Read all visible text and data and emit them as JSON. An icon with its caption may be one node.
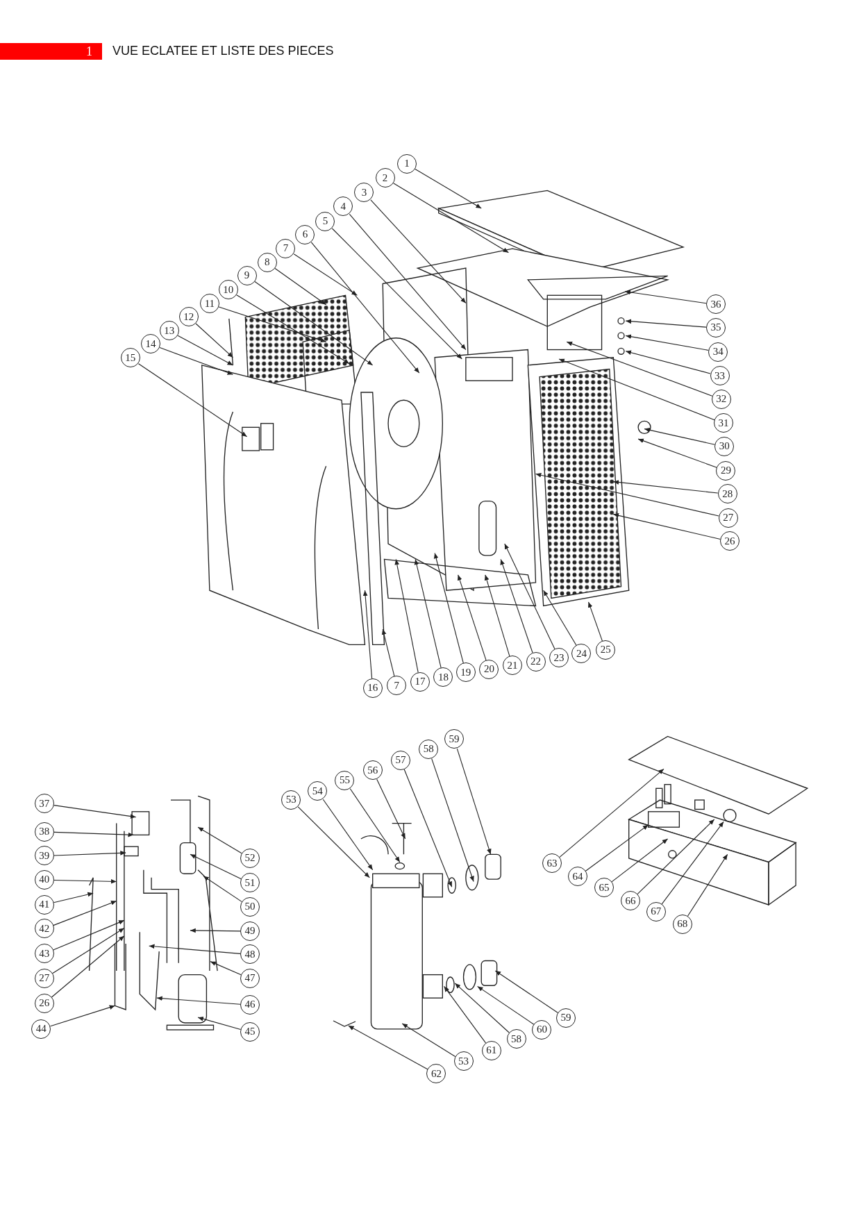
{
  "diagram": {
    "title": "VUE ECLATEE ET LISTE DES PIECES",
    "nodes": [
      {
        "text": [
          "1"
        ]
      },
      {
        "text": [
          "2"
        ]
      },
      {
        "text": [
          "3"
        ]
      },
      {
        "text": [
          "4"
        ]
      },
      {
        "text": [
          "5"
        ]
      },
      {
        "text": [
          "6"
        ]
      },
      {
        "text": [
          "7"
        ]
      },
      {
        "text": [
          "8"
        ]
      },
      {
        "text": [
          "9"
        ]
      },
      {
        "text": [
          "10"
        ]
      },
      {
        "text": [
          "11"
        ]
      },
      {
        "text": [
          "12"
        ]
      },
      {
        "text": [
          "13"
        ]
      },
      {
        "text": [
          "14"
        ]
      },
      {
        "text": [
          "15"
        ]
      },
      {
        "text": [
          "36"
        ]
      },
      {
        "text": [
          "35"
        ]
      },
      {
        "text": [
          "34"
        ]
      },
      {
        "text": [
          "33"
        ]
      },
      {
        "text": [
          "32"
        ]
      },
      {
        "text": [
          "31"
        ]
      },
      {
        "text": [
          "30"
        ]
      },
      {
        "text": [
          "29"
        ]
      },
      {
        "text": [
          "28"
        ]
      },
      {
        "text": [
          "27"
        ]
      },
      {
        "text": [
          "26"
        ]
      },
      {
        "text": [
          "16"
        ]
      },
      {
        "text": [
          "7"
        ]
      },
      {
        "text": [
          "17"
        ]
      },
      {
        "text": [
          "18"
        ]
      },
      {
        "text": [
          "19"
        ]
      },
      {
        "text": [
          "20"
        ]
      },
      {
        "text": [
          "21"
        ]
      },
      {
        "text": [
          "22"
        ]
      },
      {
        "text": [
          "23"
        ]
      },
      {
        "text": [
          "24"
        ]
      },
      {
        "text": [
          "25"
        ]
      },
      {
        "text": [
          "59"
        ]
      },
      {
        "text": [
          "58"
        ]
      },
      {
        "text": [
          "57"
        ]
      },
      {
        "text": [
          "56"
        ]
      },
      {
        "text": [
          "55"
        ]
      },
      {
        "text": [
          "54"
        ]
      },
      {
        "text": [
          "53"
        ]
      },
      {
        "text": [
          "37"
        ]
      },
      {
        "text": [
          "38"
        ]
      },
      {
        "text": [
          "39"
        ]
      },
      {
        "text": [
          "40"
        ]
      },
      {
        "text": [
          "41"
        ]
      },
      {
        "text": [
          "42"
        ]
      },
      {
        "text": [
          "43"
        ]
      },
      {
        "text": [
          "27"
        ]
      },
      {
        "text": [
          "26"
        ]
      },
      {
        "text": [
          "44"
        ]
      },
      {
        "text": [
          "52"
        ]
      },
      {
        "text": [
          "51"
        ]
      },
      {
        "text": [
          "50"
        ]
      },
      {
        "text": [
          "49"
        ]
      },
      {
        "text": [
          "48"
        ]
      },
      {
        "text": [
          "47"
        ]
      },
      {
        "text": [
          "46"
        ]
      },
      {
        "text": [
          "45"
        ]
      },
      {
        "text": [
          "63"
        ]
      },
      {
        "text": [
          "64"
        ]
      },
      {
        "text": [
          "65"
        ]
      },
      {
        "text": [
          "66"
        ]
      },
      {
        "text": [
          "67"
        ]
      },
      {
        "text": [
          "68"
        ]
      },
      {
        "text": [
          "59"
        ]
      },
      {
        "text": [
          "60"
        ]
      },
      {
        "text": [
          "58"
        ]
      },
      {
        "text": [
          "61"
        ]
      },
      {
        "text": [
          "53"
        ]
      },
      {
        "text": [
          "62"
        ]
      },
      {
        "text": [],
        "shape": "picture"
      }
    ],
    "edges": [
      {
        "from": 0,
        "to": null,
        "arrow": "to"
      },
      {
        "from": 1,
        "to": null,
        "arrow": "to"
      },
      {
        "from": 2,
        "to": null,
        "arrow": "to"
      },
      {
        "from": 3,
        "to": null,
        "arrow": "to"
      },
      {
        "from": 4,
        "to": null,
        "arrow": "to"
      },
      {
        "from": 5,
        "to": null,
        "arrow": "to"
      },
      {
        "from": 6,
        "to": null,
        "arrow": "to"
      },
      {
        "from": 7,
        "to": null,
        "arrow": "to"
      },
      {
        "from": 8,
        "to": null,
        "arrow": "to"
      },
      {
        "from": 9,
        "to": null,
        "arrow": "to"
      },
      {
        "from": 10,
        "to": null,
        "arrow": "to"
      },
      {
        "from": 11,
        "to": null,
        "arrow": "to"
      },
      {
        "from": 12,
        "to": null,
        "arrow": "to"
      },
      {
        "from": 13,
        "to": null,
        "arrow": "to"
      },
      {
        "from": 14,
        "to": null,
        "arrow": "to"
      },
      {
        "from": 15,
        "to": null,
        "arrow": "to"
      },
      {
        "from": 16,
        "to": null,
        "arrow": "to"
      },
      {
        "from": 17,
        "to": null,
        "arrow": "to"
      },
      {
        "from": 18,
        "to": null,
        "arrow": "to"
      },
      {
        "from": 19,
        "to": null,
        "arrow": "to"
      },
      {
        "from": 20,
        "to": null,
        "arrow": "to"
      },
      {
        "from": 21,
        "to": null,
        "arrow": "to"
      },
      {
        "from": 22,
        "to": null,
        "arrow": "to"
      },
      {
        "from": 23,
        "to": null,
        "arrow": "to"
      },
      {
        "from": 24,
        "to": null,
        "arrow": "to"
      },
      {
        "from": 25,
        "to": null,
        "arrow": "to"
      },
      {
        "from": 26,
        "to": null,
        "arrow": "to"
      },
      {
        "from": 27,
        "to": null,
        "arrow": "to"
      },
      {
        "from": 28,
        "to": null,
        "arrow": "to"
      },
      {
        "from": 29,
        "to": null,
        "arrow": "to"
      },
      {
        "from": 30,
        "to": null,
        "arrow": "to"
      },
      {
        "from": 31,
        "to": null,
        "arrow": "to"
      },
      {
        "from": 32,
        "to": null,
        "arrow": "to"
      },
      {
        "from": 33,
        "to": null,
        "arrow": "to"
      },
      {
        "from": 34,
        "to": null,
        "arrow": "to"
      },
      {
        "from": 35,
        "to": null,
        "arrow": "to"
      },
      {
        "from": 36,
        "to": null,
        "arrow": "to"
      },
      {
        "from": 37,
        "to": null,
        "arrow": "to"
      },
      {
        "from": 38,
        "to": null,
        "arrow": "to"
      },
      {
        "from": 39,
        "to": null,
        "arrow": "to"
      },
      {
        "from": 40,
        "to": null,
        "arrow": "to"
      },
      {
        "from": 41,
        "to": null,
        "arrow": "to"
      },
      {
        "from": 42,
        "to": null,
        "arrow": "to"
      },
      {
        "from": 43,
        "to": null,
        "arrow": "to"
      },
      {
        "from": 44,
        "to": null,
        "arrow": "to"
      },
      {
        "from": 45,
        "to": null,
        "arrow": "to"
      },
      {
        "from": 46,
        "to": null,
        "arrow": "to"
      },
      {
        "from": 47,
        "to": null,
        "arrow": "to"
      },
      {
        "from": 48,
        "to": null,
        "arrow": "to"
      },
      {
        "from": 49,
        "to": null,
        "arrow": "to"
      },
      {
        "from": 50,
        "to": null,
        "arrow": "to"
      },
      {
        "from": 51,
        "to": null,
        "arrow": "to"
      },
      {
        "from": 52,
        "to": null,
        "arrow": "to"
      },
      {
        "from": 53,
        "to": null,
        "arrow": "to"
      },
      {
        "from": 54,
        "to": null,
        "arrow": "to"
      },
      {
        "from": 55,
        "to": null,
        "arrow": "to"
      },
      {
        "from": 56,
        "to": null,
        "arrow": "to"
      },
      {
        "from": 57,
        "to": null,
        "arrow": "to"
      },
      {
        "from": 58,
        "to": null,
        "arrow": "to"
      },
      {
        "from": 59,
        "to": null,
        "arrow": "to"
      },
      {
        "from": 60,
        "to": null,
        "arrow": "to"
      },
      {
        "from": 61,
        "to": null,
        "arrow": "to"
      },
      {
        "from": 62,
        "to": null,
        "arrow": "to"
      },
      {
        "from": 63,
        "to": null,
        "arrow": "to"
      },
      {
        "from": 64,
        "to": null,
        "arrow": "to"
      },
      {
        "from": 65,
        "to": null,
        "arrow": "to"
      },
      {
        "from": 66,
        "to": null,
        "arrow": "to"
      },
      {
        "from": 67,
        "to": null,
        "arrow": "to"
      },
      {
        "from": 68,
        "to": null,
        "arrow": "to"
      },
      {
        "from": 69,
        "to": null,
        "arrow": "to"
      },
      {
        "from": 70,
        "to": null,
        "arrow": "to"
      },
      {
        "from": 71,
        "to": null,
        "arrow": "to"
      },
      {
        "from": 72,
        "to": null,
        "arrow": "to"
      },
      {
        "from": 73,
        "to": 74,
        "arrow": "to"
      }
    ],
    "labels": [
      "1"
    ]
  }
}
